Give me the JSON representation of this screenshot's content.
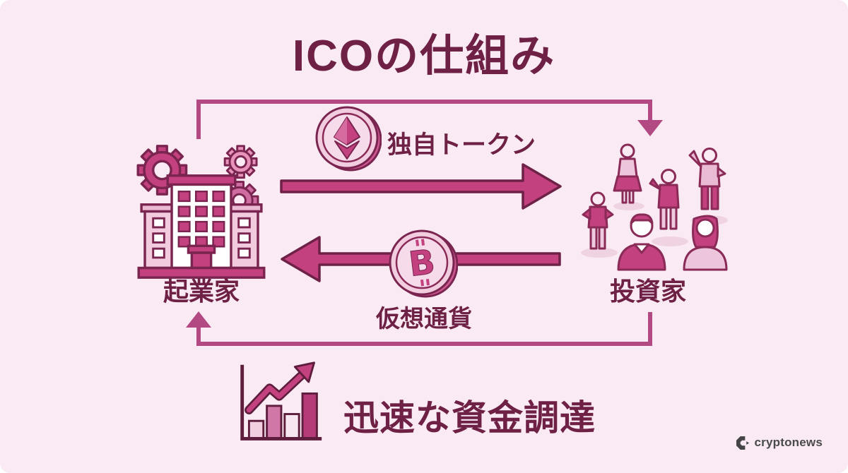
{
  "title": "ICOの仕組み",
  "diagram": {
    "entrepreneur_label": "起業家",
    "investors_label": "投資家",
    "token_arrow_label": "独自トークン",
    "crypto_arrow_label": "仮想通貨"
  },
  "benefit_label": "迅速な資金調達",
  "brand_label": "cryptonews",
  "icons": {
    "entrepreneur": "building-with-gears-icon",
    "investors": "people-group-icon",
    "token": "ethereum-coin-icon",
    "crypto": "bitcoin-coin-icon",
    "benefit": "growth-chart-icon",
    "brand": "cryptonews-logo-icon"
  },
  "colors": {
    "card_background": "#f9eaf3",
    "accent_magenta": "#c2417e",
    "dark_maroon": "#6e2145",
    "loop_line": "#b24983",
    "coin_light": "#f2cde0",
    "logo_gray": "#454547"
  }
}
